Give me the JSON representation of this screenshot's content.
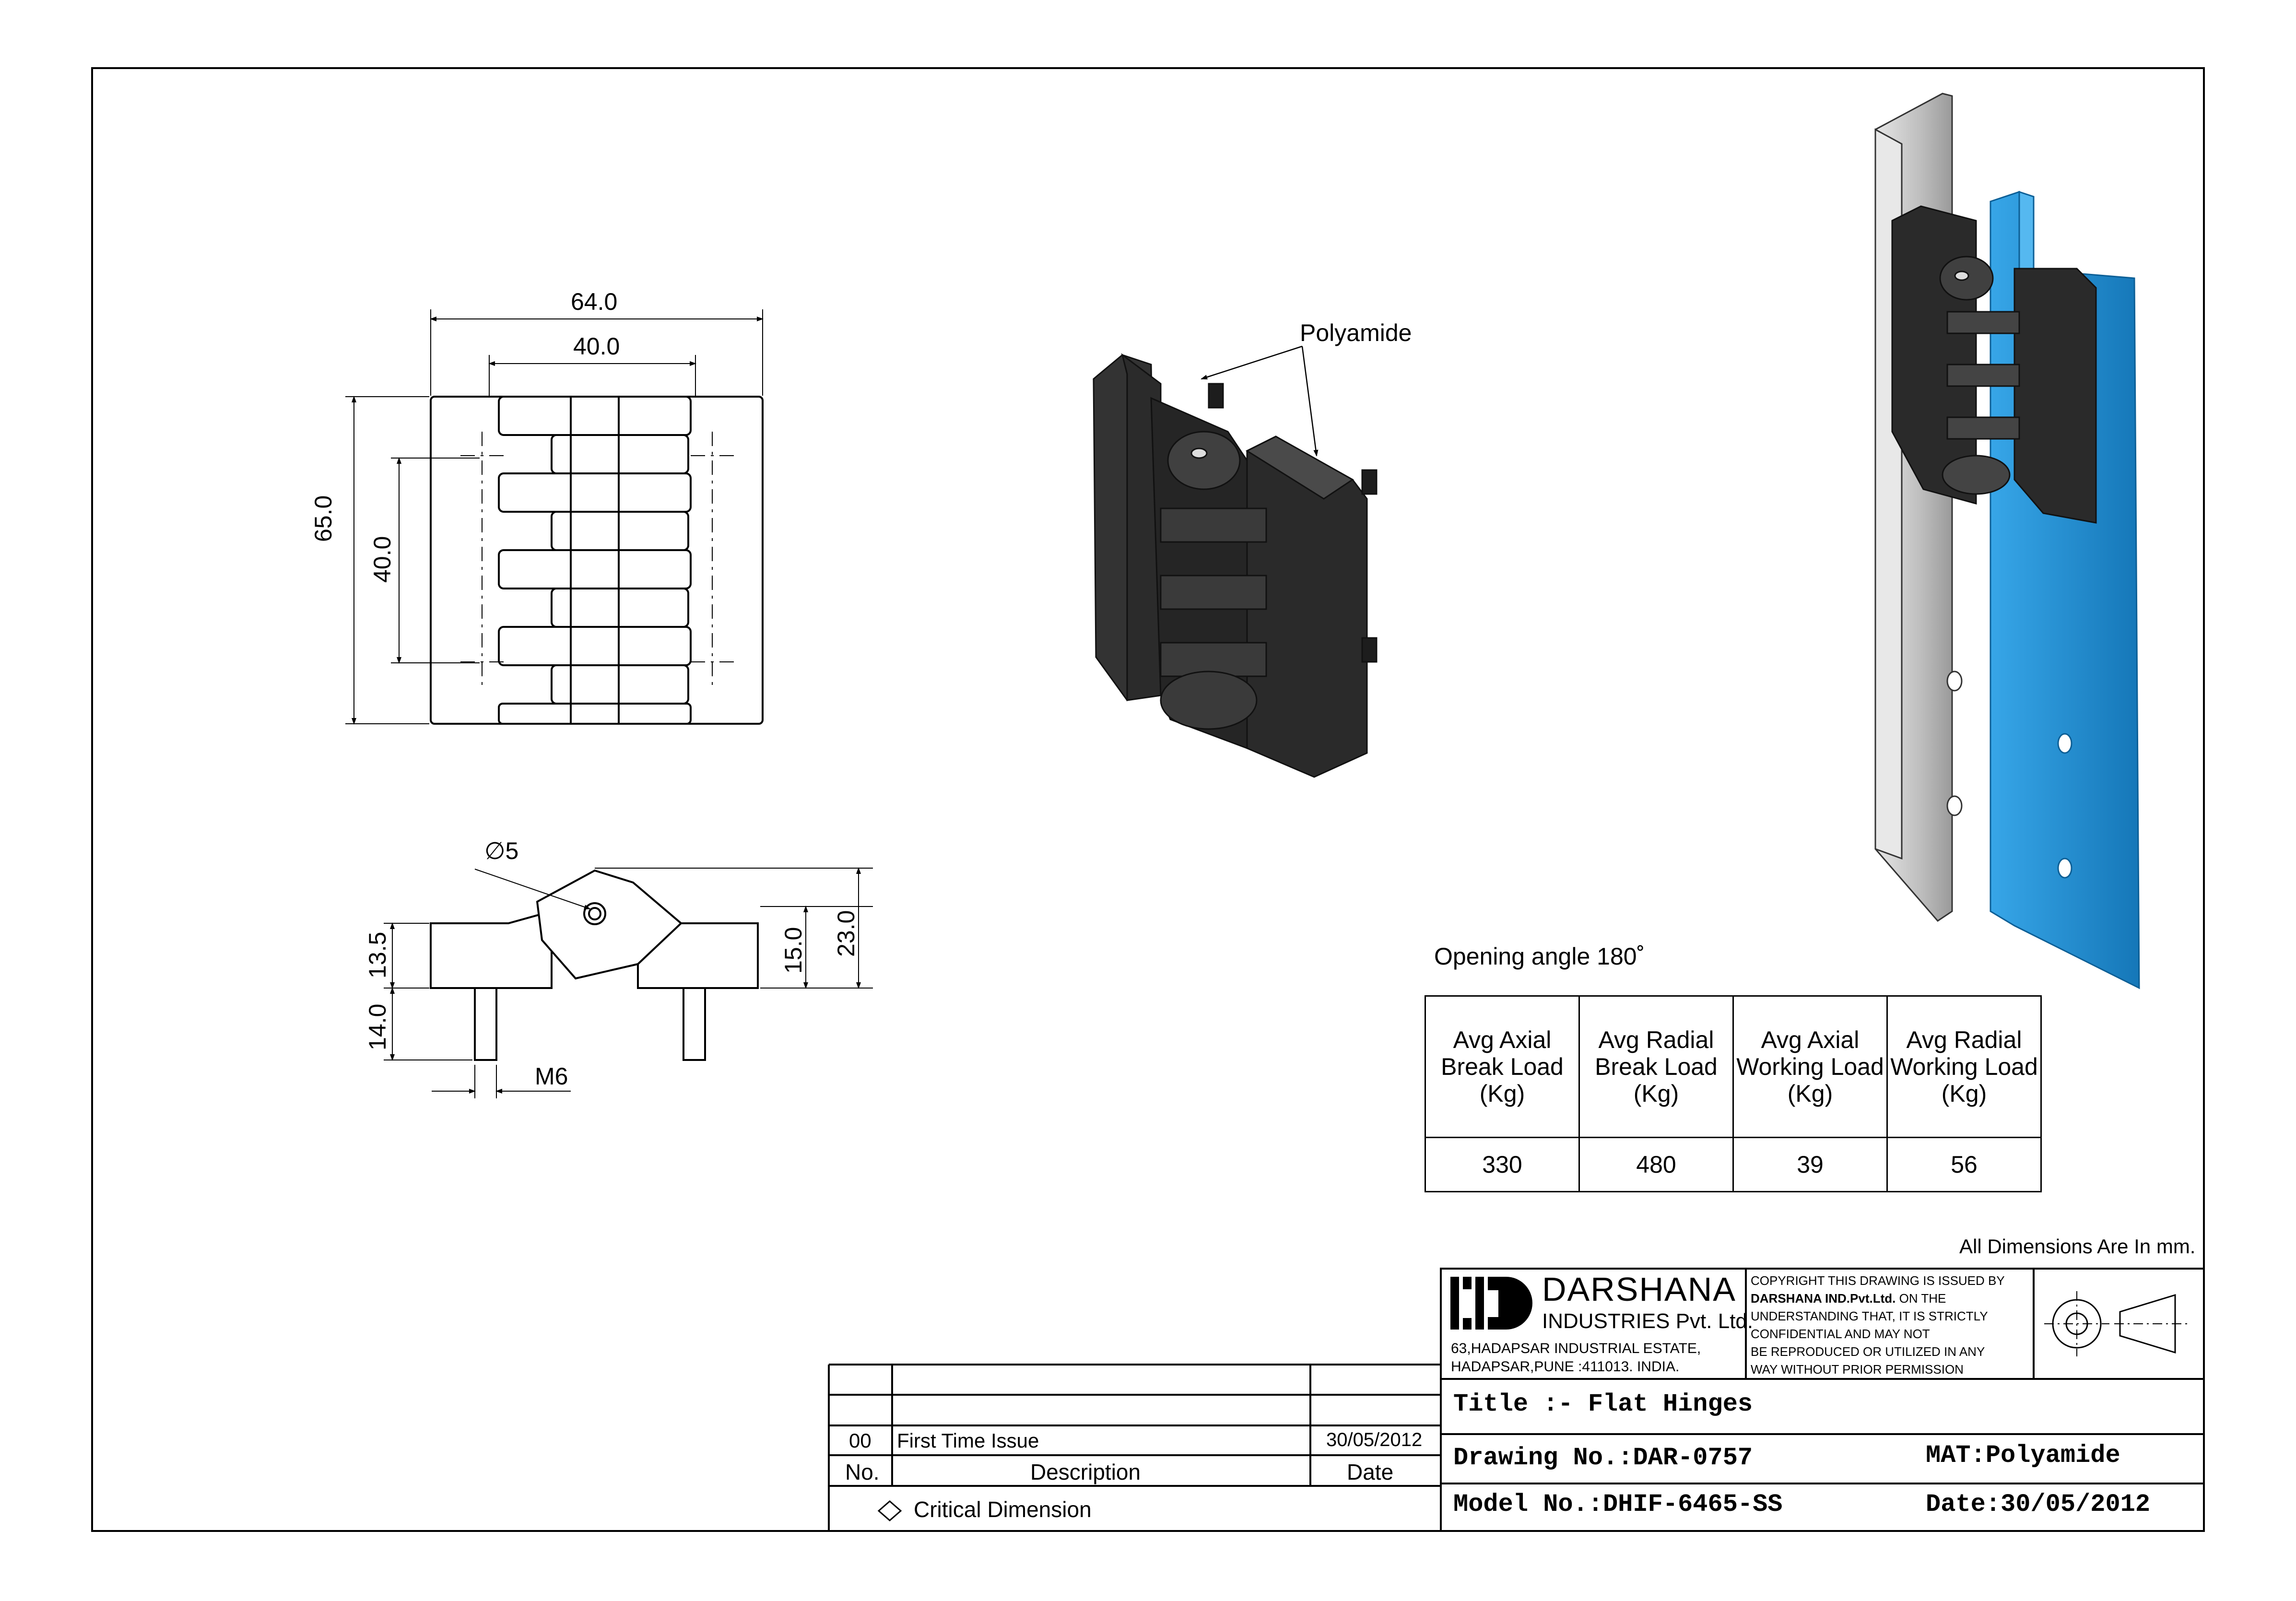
{
  "dimensions": {
    "overall_width": "64.0",
    "hole_spacing_h": "40.0",
    "overall_height": "65.0",
    "hole_spacing_v": "40.0",
    "pin_dia": "∅5",
    "thread": "M6",
    "body_height": "13.5",
    "stud_length": "14.0",
    "pin_height": "15.0",
    "total_height": "23.0"
  },
  "callout_material": "Polyamide",
  "opening_angle": "Opening angle 180˚",
  "load_table": {
    "headers": [
      "Avg Axial Break Load (Kg)",
      "Avg Radial Break Load (Kg)",
      "Avg Axial Working Load (Kg)",
      "Avg Radial Working Load (Kg)"
    ],
    "values": [
      "330",
      "480",
      "39",
      "56"
    ]
  },
  "units_note": "All Dimensions Are In mm.",
  "company": {
    "name": "DARSHANA",
    "sub": "INDUSTRIES Pvt. Ltd.",
    "address1": "63,HADAPSAR INDUSTRIAL ESTATE,",
    "address2": "HADAPSAR,PUNE :411013. INDIA.",
    "copyright_1": "COPYRIGHT THIS DRAWING IS ISSUED BY",
    "copyright_2": "DARSHANA IND.Pvt.Ltd.",
    "copyright_2b": " ON THE",
    "copyright_3": "UNDERSTANDING THAT, IT IS STRICTLY",
    "copyright_4": "CONFIDENTIAL AND MAY NOT",
    "copyright_5": "BE REPRODUCED OR UTILIZED IN ANY",
    "copyright_6": "WAY WITHOUT PRIOR PERMISSION"
  },
  "title_block": {
    "title": "Title :- Flat Hinges",
    "drawing_no": "Drawing No.:DAR-0757",
    "material": "MAT:Polyamide",
    "model_no": "Model No.:DHIF-6465-SS",
    "date": "Date:30/05/2012"
  },
  "revision": {
    "rows": [
      {
        "no": "00",
        "description": "First Time Issue",
        "date": "30/05/2012"
      }
    ],
    "headers": {
      "no": "No.",
      "description": "Description",
      "date": "Date"
    },
    "critical": "Critical Dimension"
  },
  "colors": {
    "accent_blue": "#1e8fd6",
    "part_dark": "#2b2b2b",
    "steel": "#c8c8c8"
  }
}
